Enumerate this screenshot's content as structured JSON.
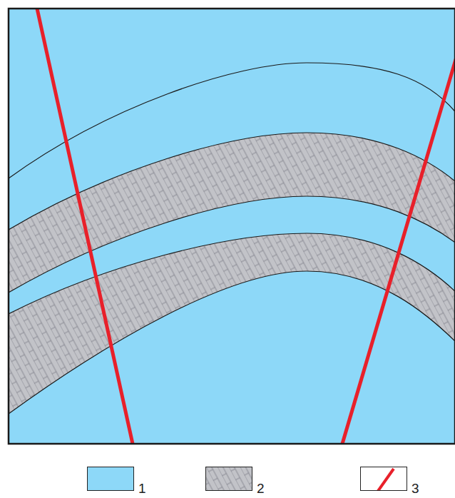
{
  "diagram": {
    "legend": [
      {
        "text": "1",
        "color": "#8dd8f8"
      },
      {
        "text": "2"
      },
      {
        "text": "3"
      }
    ]
  }
}
